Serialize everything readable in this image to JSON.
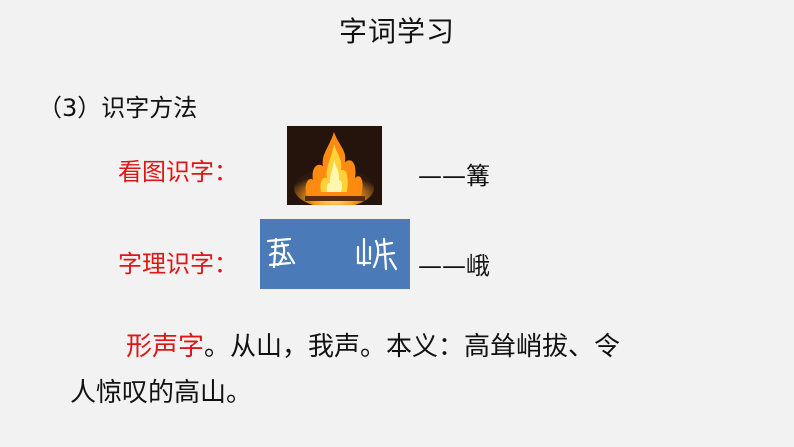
{
  "title": "字词学习",
  "subtitle": "（3）识字方法",
  "method1": {
    "label": "看图识字：",
    "dash": "——",
    "char": "篝"
  },
  "method2": {
    "label": "字理识字：",
    "dash": "——",
    "char": "峨"
  },
  "explanation": {
    "highlight": "形声字",
    "text_line1": "。从山，我声。本义：高耸峭拔、令",
    "text_line2": "人惊叹的高山。"
  },
  "colors": {
    "accent_red": "#e01616",
    "seal_bg": "#4a7ab8"
  }
}
